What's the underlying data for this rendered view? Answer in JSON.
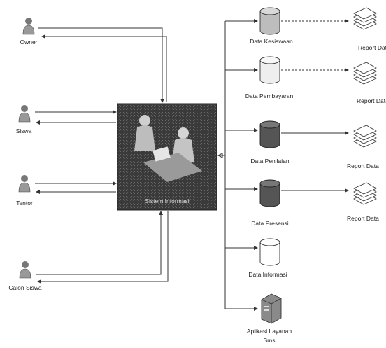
{
  "actors": [
    {
      "label": "Owner"
    },
    {
      "label": "Siswa"
    },
    {
      "label": "Tentor"
    },
    {
      "label": "Calon Siswa"
    }
  ],
  "center": {
    "label": "Sistem Informasi"
  },
  "data_stores": [
    {
      "label": "Data Kesiswaan"
    },
    {
      "label": "Data Pembayaran"
    },
    {
      "label": "Data Penilaian"
    },
    {
      "label": "Data Presensi"
    },
    {
      "label": "Data Informasi"
    }
  ],
  "reports": [
    {
      "label": "Report Data"
    },
    {
      "label": "Report Data"
    },
    {
      "label": "Report Data"
    },
    {
      "label": "Report Data"
    }
  ],
  "sms_service": {
    "line1": "Aplikasi Layanan",
    "line2": "Sms"
  },
  "colors": {
    "line": "#333333",
    "center_box": "#3a3a3a",
    "dark_db": "#555555",
    "light_db": "#eeeeee"
  }
}
